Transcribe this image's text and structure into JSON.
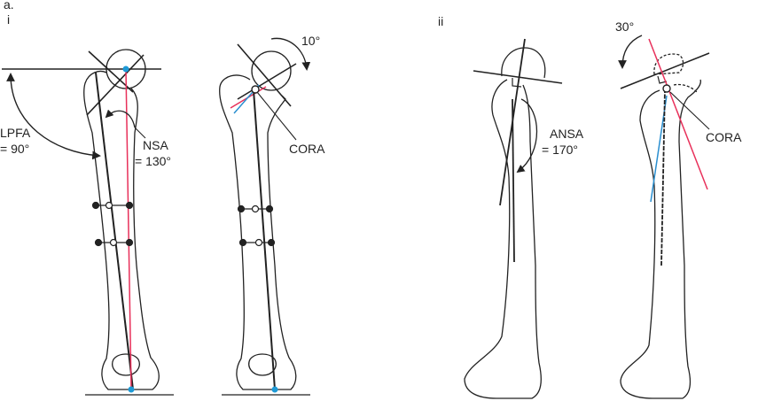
{
  "figure_label": "a.",
  "panel_i": "i",
  "panel_ii": "ii",
  "labels": {
    "lpfa_name": "LPFA",
    "lpfa_value": "= 90°",
    "nsa_name": "NSA",
    "nsa_value": "= 130°",
    "cora_1": "CORA",
    "rotation_1": "10°",
    "ansa_name": "ANSA",
    "ansa_value": "= 170°",
    "cora_2": "CORA",
    "rotation_2": "30°"
  },
  "colors": {
    "outline": "#222222",
    "mechanical_axis": "#e8305a",
    "neck_axis": "#2a8fd0",
    "center_point": "#1e9ad6"
  }
}
